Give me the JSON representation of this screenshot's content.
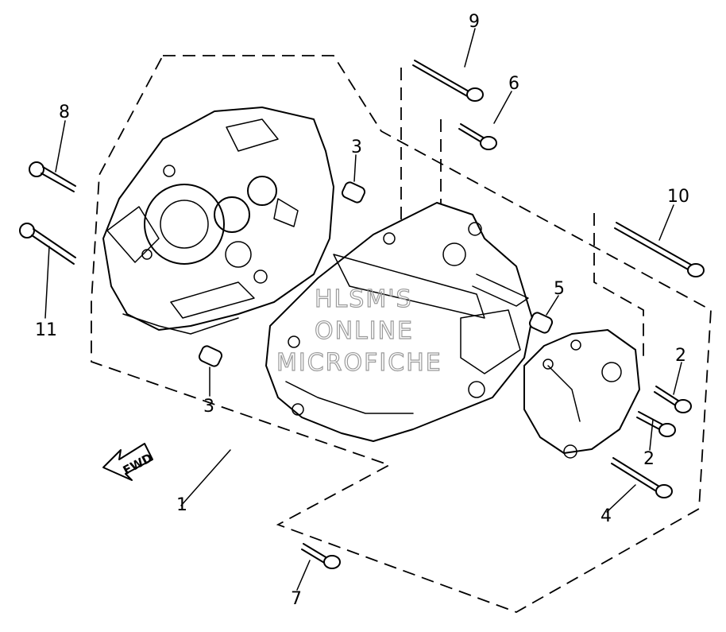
{
  "callouts": {
    "c1": "1",
    "c2a": "2",
    "c2b": "2",
    "c3a": "3",
    "c3b": "3",
    "c4": "4",
    "c5": "5",
    "c6": "6",
    "c7": "7",
    "c8": "8",
    "c9": "9",
    "c10": "10",
    "c11": "11"
  },
  "direction_label": "FWD",
  "watermark": {
    "line1": "HLSM'S",
    "line2": "ONLINE",
    "line3": "MICROFICHE"
  }
}
